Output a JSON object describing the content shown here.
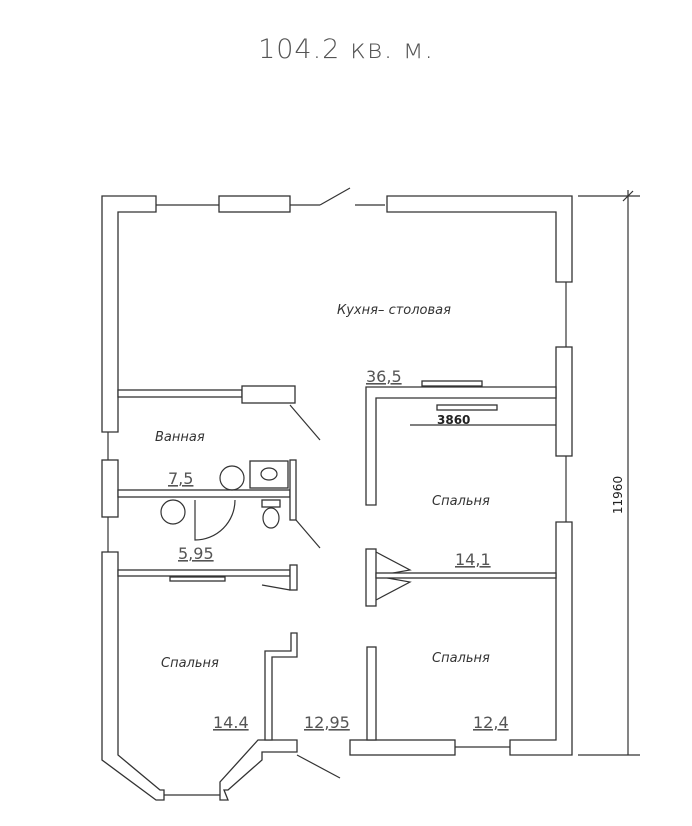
{
  "title": "104.2 кв. м.",
  "rooms": {
    "kitchen": {
      "label": "Кухня– столовая",
      "area": "36,5"
    },
    "bathroom": {
      "label": "Ванная",
      "area": "7,5"
    },
    "wc": {
      "area": "5,95"
    },
    "bedroom_right_top": {
      "label": "Спальня",
      "area": "14,1"
    },
    "bedroom_left": {
      "label": "Спальня",
      "area": "14.4"
    },
    "bedroom_right_bottom": {
      "label": "Спальня",
      "area": "12,4"
    },
    "hall": {
      "area": "12,95"
    }
  },
  "dimensions": {
    "width_inner": "3860",
    "height_total": "11960"
  }
}
